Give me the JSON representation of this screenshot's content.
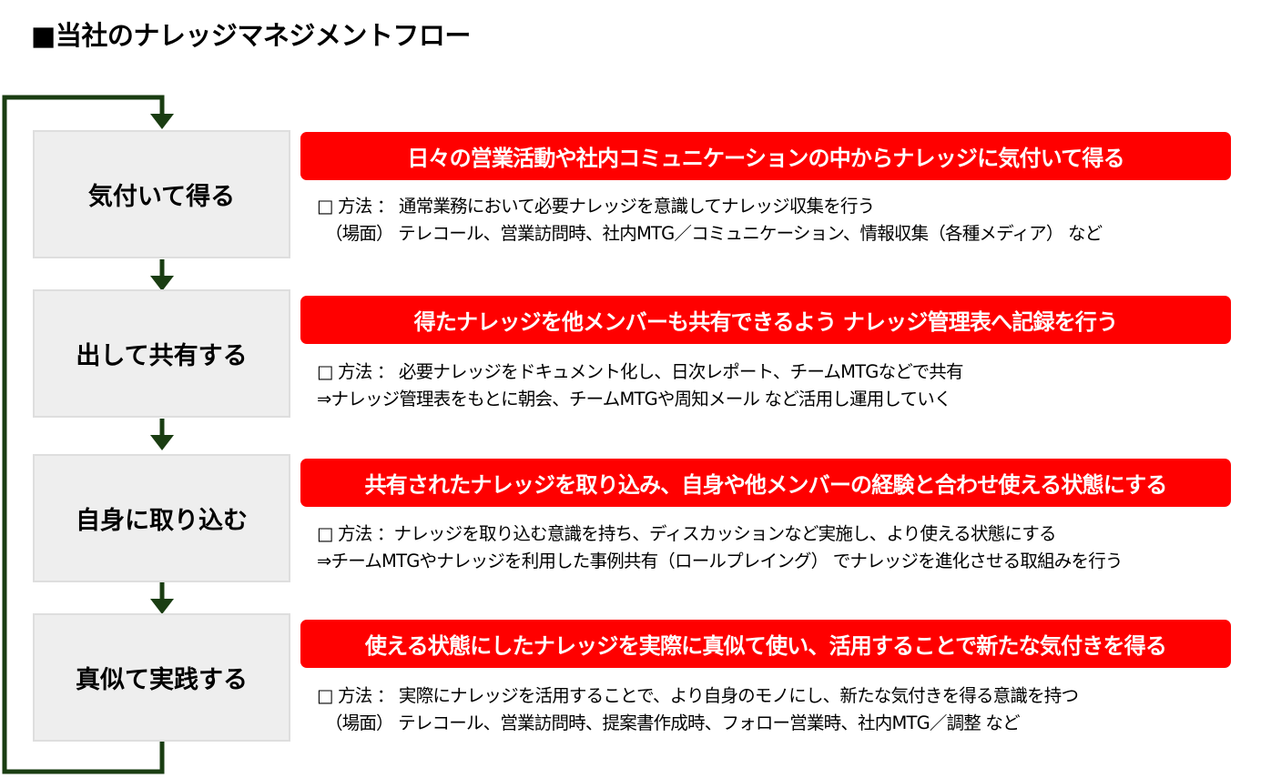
{
  "title": "■当社のナレッジマネジメントフロー",
  "colors": {
    "accent": "#ff0000",
    "flow_line": "#1a3d12",
    "step_bg": "#eeeeee"
  },
  "steps": [
    {
      "label": "気付いて得る",
      "banner": "日々の営業活動や社内コミュニケーションの中からナレッジに気付いて得る",
      "lines": [
        "□ 方法 ： 通常業務において必要ナレッジを意識してナレッジ収集を行う",
        "　（場面） テレコール、営業訪問時、社内MTG／コミュニケーション、情報収集（各種メディア） など"
      ]
    },
    {
      "label": "出して共有する",
      "banner": "得たナレッジを他メンバーも共有できるよう ナレッジ管理表へ記録を行う",
      "lines": [
        "□ 方法 ： 必要ナレッジをドキュメント化し、日次レポート、チームMTGなどで共有",
        "⇒ナレッジ管理表をもとに朝会、チームMTGや周知メール など活用し運用していく"
      ]
    },
    {
      "label": "自身に取り込む",
      "banner": "共有されたナレッジを取り込み、自身や他メンバーの経験と合わせ使える状態にする",
      "lines": [
        "□ 方法 ：ナレッジを取り込む意識を持ち、ディスカッションなど実施し、より使える状態にする",
        "⇒チームMTGやナレッジを利用した事例共有（ロールプレイング） でナレッジを進化させる取組みを行う"
      ]
    },
    {
      "label": "真似て実践する",
      "banner": "使える状態にしたナレッジを実際に真似て使い、活用することで新たな気付きを得る",
      "lines": [
        "□ 方法 ： 実際にナレッジを活用することで、より自身のモノにし、新たな気付きを得る意識を持つ",
        "　（場面） テレコール、営業訪問時、提案書作成時、フォロー営業時、社内MTG／調整 など"
      ]
    }
  ]
}
